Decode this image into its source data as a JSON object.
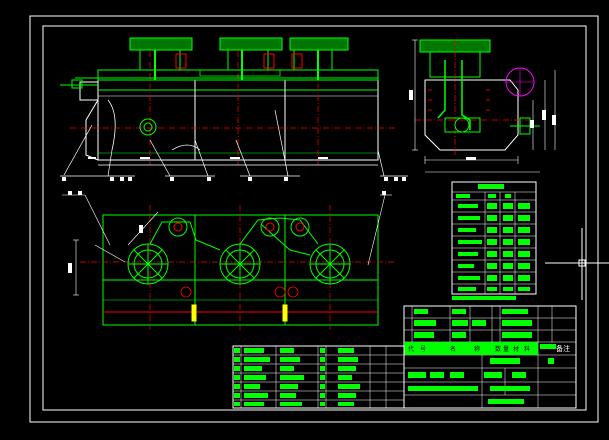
{
  "app": {
    "canvas_color": "#000000",
    "frame_color": "#ffffff"
  },
  "colors": {
    "outline": "#ffffff",
    "machine": "#00ff00",
    "machine_dark": "#008800",
    "centerline": "#ff0000",
    "hatch": "#ff00ff",
    "dimension": "#ffffff",
    "table_fill": "#00ff00"
  },
  "title_block": {
    "header_labels": [
      "代",
      "号",
      "名",
      "称",
      "数",
      "量",
      "材",
      "料",
      "备注"
    ]
  },
  "cursor": {
    "icon": "crosshair-cursor-icon"
  }
}
